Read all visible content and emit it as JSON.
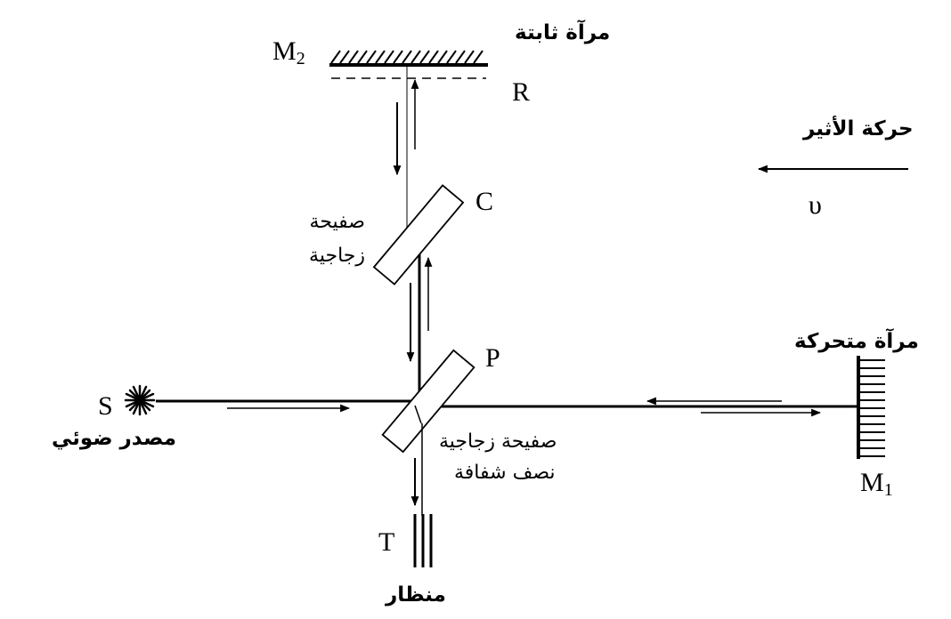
{
  "labels": {
    "m2": "M",
    "m2_sub": "2",
    "fixed_mirror": "مرآة ثابتة",
    "r": "R",
    "ether_motion": "حركة الأثير",
    "upsilon": "υ",
    "c": "C",
    "glass_plate_line1": "صفيحة",
    "glass_plate_line2": "زجاجية",
    "p": "P",
    "moving_mirror": "مرآة متحركة",
    "s": "S",
    "light_source": "مصدر ضوئي",
    "half_plate_line1": "صفيحة زجاجية",
    "half_plate_line2": "نصف شفافة",
    "m1": "M",
    "m1_sub": "1",
    "t": "T",
    "telescope": "منظار"
  }
}
